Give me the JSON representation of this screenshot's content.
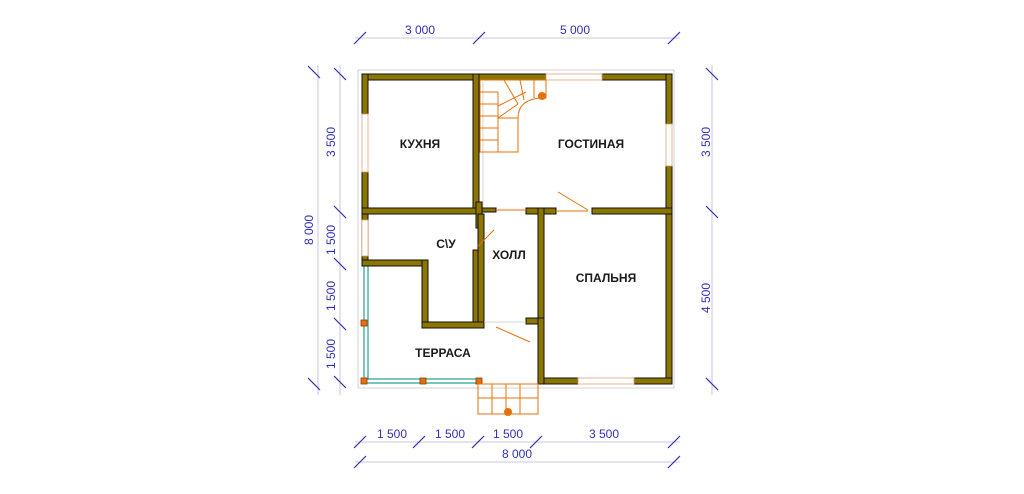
{
  "rooms": {
    "kitchen": "КУХНЯ",
    "living": "ГОСТИНАЯ",
    "bathroom": "С\\У",
    "hall": "ХОЛЛ",
    "bedroom": "СПАЛЬНЯ",
    "terrace": "ТЕРРАСА"
  },
  "dimensions": {
    "top": [
      "3 000",
      "5 000"
    ],
    "left_total": "8 000",
    "left": [
      "3 500",
      "1 500",
      "1 500",
      "1 500"
    ],
    "right": [
      "3 500",
      "4 500"
    ],
    "bottom": [
      "1 500",
      "1 500",
      "1 500",
      "3 500"
    ],
    "bottom_total": "8 000"
  },
  "colors": {
    "wall": "#8b7500",
    "stair": "#e8700a",
    "dimension_text": "#2f2fb8",
    "terrace_rail": "#2aa198"
  }
}
